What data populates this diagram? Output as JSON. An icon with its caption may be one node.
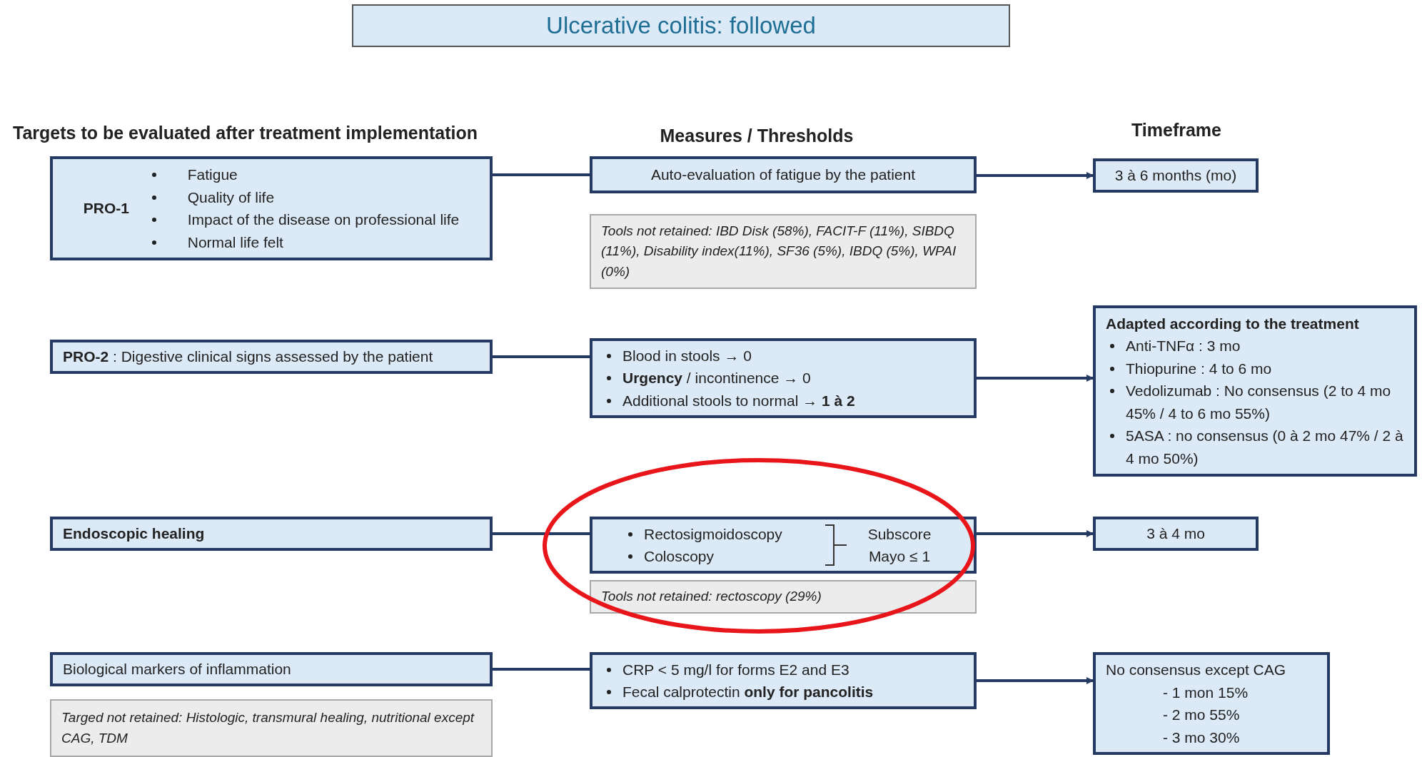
{
  "diagram": {
    "title": "Ulcerative colitis: followed",
    "nodes": [
      {
        "text": [
          "PRO-1",
          "Fatigue",
          "Quality of life",
          "Impact of the disease on professional life",
          "Normal life felt"
        ]
      },
      {
        "text": [
          "Auto-evaluation of fatigue by the patient"
        ]
      },
      {
        "text": [
          "3 à 6 months (mo)"
        ]
      },
      {
        "text": [
          "Tools not retained: IBD Disk (58%), FACIT-F (11%), SIBDQ (11%), Disability index(11%), SF36 (5%), IBDQ (5%), WPAI (0%)"
        ]
      },
      {
        "text": [
          "**PRO-2** : Digestive clinical signs assessed by the patient"
        ]
      },
      {
        "text": [
          "Blood in stools → 0",
          "**Urgency** / incontinence → 0",
          "Additional stools to normal → **1 à 2**"
        ]
      },
      {
        "text": [
          "Adapted according to the treatment",
          "Anti-TNFα : 3 mo",
          "Thiopurine : 4 to 6 mo",
          "Vedolizumab : No consensus (2 to 4 mo 45% / 4 to 6 mo 55%)",
          "5ASA : no consensus (0 à 2 mo 47% / 2 à 4 mo 50%)"
        ]
      },
      {
        "text": [
          "Endoscopic healing"
        ]
      },
      {
        "text": [
          "Rectosigmoidoscopy",
          "Coloscopy",
          "Subscore Mayo ≤ 1"
        ]
      },
      {
        "text": [
          "3 à 4 mo"
        ]
      },
      {
        "text": [
          "Tools not retained: rectoscopy (29%)"
        ]
      },
      {
        "text": [
          "Biological markers of inflammation"
        ]
      },
      {
        "text": [
          "Targed not retained: Histologic, transmural healing, nutritional except CAG, TDM"
        ]
      },
      {
        "text": [
          "CRP < 5 mg/l for forms E2 and E3",
          "Fecal calprotectin **only for pancolitis**"
        ]
      },
      {
        "text": [
          "No consensus except CAG",
          "- 1 mon 15%",
          "- 2 mo 55%",
          "- 3 mo 30%"
        ]
      }
    ],
    "edges": [
      {
        "from": 0,
        "to": 1,
        "arrow": "none"
      },
      {
        "from": 1,
        "to": 2,
        "arrow": "to"
      },
      {
        "from": 4,
        "to": 5,
        "arrow": "none"
      },
      {
        "from": 5,
        "to": 6,
        "arrow": "to"
      },
      {
        "from": 7,
        "to": 8,
        "arrow": "none"
      },
      {
        "from": 8,
        "to": 9,
        "arrow": "to"
      },
      {
        "from": 11,
        "to": 13,
        "arrow": "none"
      },
      {
        "from": 13,
        "to": 14,
        "arrow": "to"
      }
    ],
    "labels": [
      "Targets to be evaluated after treatment implementation",
      "Measures / Thresholds",
      "Timeframe"
    ]
  }
}
